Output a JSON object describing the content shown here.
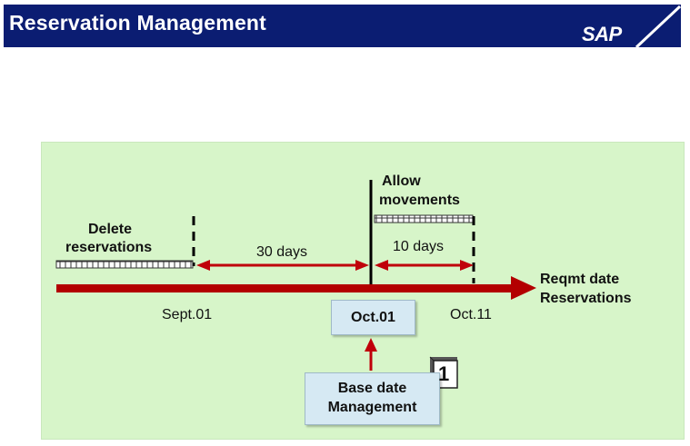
{
  "header": {
    "title": "Reservation Management",
    "logo": "SAP",
    "background": "#0b1d72"
  },
  "diagram": {
    "delete_label": [
      "Delete",
      "reservations"
    ],
    "allow_label": [
      "Allow",
      "movements"
    ],
    "interval_30": "30 days",
    "interval_10": "10 days",
    "axis_label": [
      "Reqmt date",
      "Reservations"
    ],
    "date_sept": "Sept.01",
    "date_oct01": "Oct.01",
    "date_oct11": "Oct.11",
    "base_box": [
      "Base date",
      "Management"
    ],
    "calendar_number": "1",
    "colors": {
      "panel": "#d7f5c9",
      "timeline": "#b30000",
      "arrow": "#c0000a",
      "box": "#d6e9f3"
    },
    "icons": [
      "calendar-icon"
    ]
  }
}
